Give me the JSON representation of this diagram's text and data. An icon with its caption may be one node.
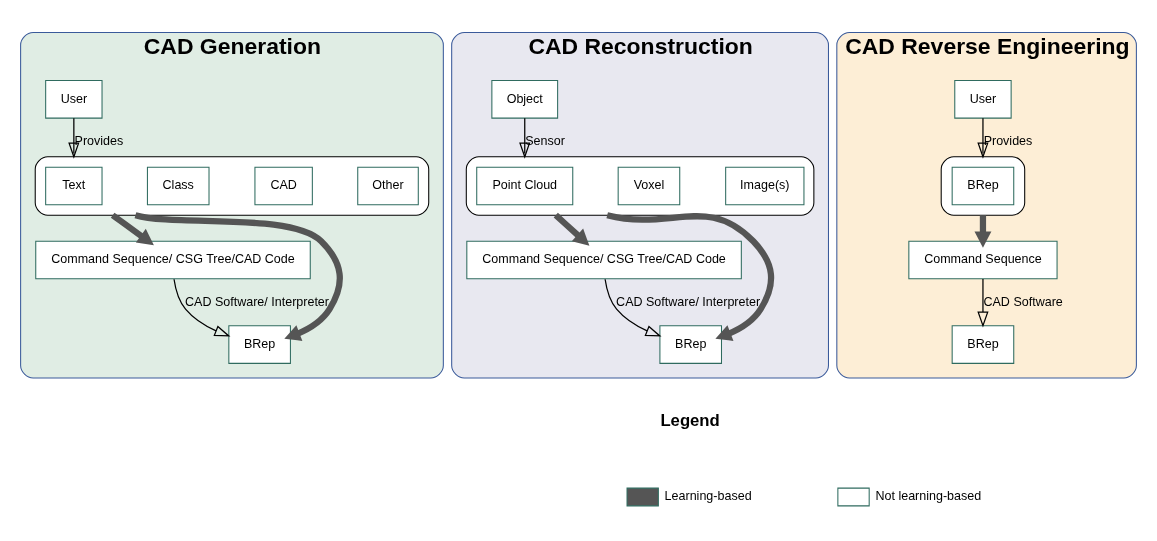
{
  "diagram": {
    "nodes": [
      {
        "text": [
          "CAD Generation"
        ]
      },
      {
        "text": [
          "User"
        ],
        "in": 0
      },
      {
        "text": [],
        "shape": "box",
        "in": 0
      },
      {
        "text": [
          "Text"
        ],
        "in": 2
      },
      {
        "text": [
          "Class"
        ],
        "in": 2
      },
      {
        "text": [
          "CAD"
        ],
        "in": 2
      },
      {
        "text": [
          "Other"
        ],
        "in": 2
      },
      {
        "text": [
          "Command Sequence/ CSG Tree/CAD Code"
        ],
        "in": 0
      },
      {
        "text": [
          "BRep"
        ],
        "in": 0
      },
      {
        "text": [
          "CAD Reconstruction"
        ]
      },
      {
        "text": [
          "Object"
        ],
        "in": 9
      },
      {
        "text": [],
        "shape": "box",
        "in": 9
      },
      {
        "text": [
          "Point Cloud"
        ],
        "in": 11
      },
      {
        "text": [
          "Voxel"
        ],
        "in": 11
      },
      {
        "text": [
          "Image(s)"
        ],
        "in": 11
      },
      {
        "text": [
          "Command Sequence/ CSG Tree/CAD Code"
        ],
        "in": 9
      },
      {
        "text": [
          "BRep"
        ],
        "in": 9
      },
      {
        "text": [
          "CAD Reverse Engineering"
        ]
      },
      {
        "text": [
          "User"
        ],
        "in": 17
      },
      {
        "text": [],
        "shape": "box",
        "in": 17
      },
      {
        "text": [
          "BRep"
        ],
        "in": 19
      },
      {
        "text": [
          "Command Sequence"
        ],
        "in": 17
      },
      {
        "text": [
          "BRep"
        ],
        "in": 17
      }
    ],
    "edges": [
      {
        "from": 1,
        "to": 2,
        "arrow": "to",
        "label": "Provides"
      },
      {
        "from": 2,
        "to": 7,
        "arrow": "to",
        "style": "thick"
      },
      {
        "from": 2,
        "to": 8,
        "arrow": "to",
        "style": "thick"
      },
      {
        "from": 7,
        "to": 8,
        "arrow": "to",
        "label": "CAD Software/ Interpreter"
      },
      {
        "from": 10,
        "to": 11,
        "arrow": "to",
        "label": "Sensor"
      },
      {
        "from": 11,
        "to": 15,
        "arrow": "to",
        "style": "thick"
      },
      {
        "from": 11,
        "to": 16,
        "arrow": "to",
        "style": "thick"
      },
      {
        "from": 15,
        "to": 16,
        "arrow": "to",
        "label": "CAD Software/ Interpreter"
      },
      {
        "from": 18,
        "to": 19,
        "arrow": "to",
        "label": "Provides"
      },
      {
        "from": 19,
        "to": 21,
        "arrow": "to",
        "style": "thick"
      },
      {
        "from": 21,
        "to": 22,
        "arrow": "to",
        "label": "CAD Software"
      }
    ],
    "labels": [
      "Legend"
    ],
    "legend": [
      {
        "text": "Learning-based"
      },
      {
        "text": "Not learning-based"
      }
    ]
  }
}
